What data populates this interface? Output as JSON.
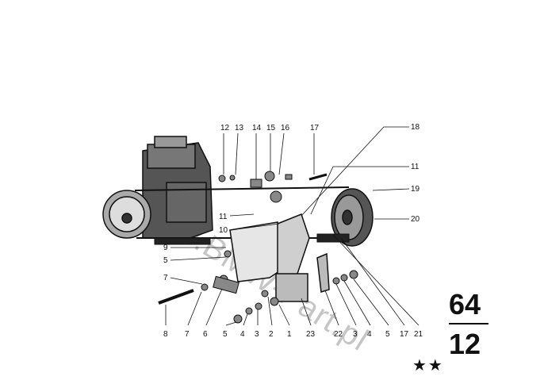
{
  "diagram": {
    "callouts_top": [
      "12",
      "13",
      "14",
      "15",
      "16",
      "17",
      "18"
    ],
    "callouts_right": [
      "11",
      "19",
      "20"
    ],
    "callouts_left": [
      "11",
      "10",
      "9",
      "5",
      "7"
    ],
    "callouts_bottom": [
      "8",
      "7",
      "6",
      "5",
      "4",
      "3",
      "2",
      "1",
      "23",
      "22",
      "3",
      "4",
      "5",
      "17",
      "21"
    ]
  },
  "group": {
    "main": "64",
    "sub": "12",
    "stars": "★★"
  },
  "watermark": "www.BMW-Part.pl"
}
